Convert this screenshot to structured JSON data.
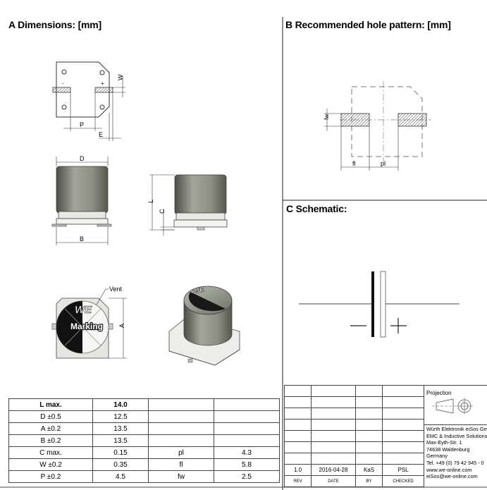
{
  "sections": {
    "a_title": "A Dimensions: [mm]",
    "b_title": "B Recommended hole pattern: [mm]",
    "c_title": "C Schematic:"
  },
  "drawing_labels": {
    "w": "W",
    "p": "P",
    "e": "E",
    "d": "D",
    "b": "B",
    "l": "L",
    "c": "C",
    "a": "A",
    "minus": "-",
    "plus": "+",
    "vent": "Vent",
    "marking": "Marking",
    "fw": "fw",
    "fl": "fl",
    "pl": "pl",
    "logo": "WE"
  },
  "dimensions_table": {
    "rows": [
      [
        "L max.",
        "14.0",
        "",
        ""
      ],
      [
        "D ±0.5",
        "12.5",
        "",
        ""
      ],
      [
        "A ±0.2",
        "13.5",
        "",
        ""
      ],
      [
        "B ±0.2",
        "13.5",
        "",
        ""
      ],
      [
        "C max.",
        "0.15",
        "pl",
        "4.3"
      ],
      [
        "W ±0.2",
        "0.35",
        "fl",
        "5.8"
      ],
      [
        "P ±0.2",
        "4.5",
        "fw",
        "2.5"
      ]
    ]
  },
  "title_block": {
    "revision": "1.0",
    "date": "2016-04-28",
    "by": "KaS",
    "checked": "PSL",
    "headers": [
      "REV",
      "DATE",
      "BY",
      "CHECKED"
    ],
    "projection_label": "Projection",
    "company_lines": [
      "Würth Elektronik eiSos GmbH",
      "EMC & Inductive Solutions",
      "Max-Eyth-Str. 1",
      "74638 Waldenburg",
      "Germany",
      "Tel. +49 (0) 79 42 945 - 0",
      "www.we-online.com",
      "eiSos@we-online.com"
    ]
  }
}
